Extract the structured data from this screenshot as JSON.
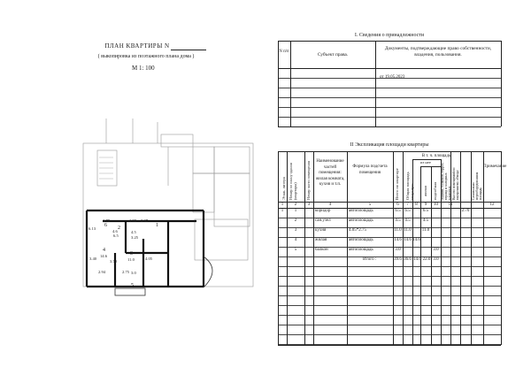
{
  "plan": {
    "title": "ПЛАН КВАРТИРЫ N",
    "subtitle": "( выкопировка  из  поэтажного  плана  дома )",
    "scale": "М  1: 100",
    "room_labels": [
      "1",
      "2",
      "3",
      "4",
      "5",
      "6"
    ],
    "dimension_labels": [
      "4.6",
      "6.5",
      "1.78",
      "1.90",
      "2.37",
      "3.25",
      "4.5",
      "11.0",
      "4.05",
      "3.70",
      "14.6",
      "2.75",
      "3.40",
      "6.13",
      "2.94",
      "3.0",
      "5"
    ]
  },
  "ownership": {
    "title": "I. Сведения  о  принадлежности",
    "headers": [
      "N п/п",
      "Субъект права.",
      "Документы, подтверждающие право собственности, владения, пользования."
    ],
    "date": "от 19.05.2023"
  },
  "explication": {
    "title": "II  Экспликация  площади  квартиры",
    "headers": {
      "floor": "Этаж, литера",
      "room_no": "Номер по плану здания (квартиры)",
      "part_no": "Номер части помещения",
      "name": "Наименование частей помещения: жилая комната, кухня и т.п.",
      "formula": "Формула подсчета помещения",
      "total": "Всего по квартире",
      "area_total": "Общая площадь квартиры",
      "group": "В т. ч. площадь",
      "of_it": "из нее",
      "living": "жилая",
      "aux": "подсобная",
      "loggia": "лоджий, балконов, террас, веранд и холодных кладовых",
      "height": "Высота помещений по внутреннему обмеру",
      "self": "Самовольно переоборудованная площадь",
      "note": "Примечание"
    },
    "col_numbers": [
      "1",
      "2",
      "3",
      "4",
      "5",
      "6",
      "7",
      "8",
      "9",
      "10",
      "11",
      "12"
    ],
    "rows": [
      {
        "floor": "1",
        "no": "1",
        "name": "коридор",
        "formula": "автоплощадь",
        "total": "6.5",
        "area": "6.5",
        "living": "",
        "aux": "6.5",
        "loggia": "",
        "height": "2.70"
      },
      {
        "floor": "",
        "no": "2",
        "name": "сан.узел",
        "formula": "автоплощадь",
        "total": "4.5",
        "area": "4.5",
        "living": "",
        "aux": "4.5",
        "loggia": "",
        "height": ""
      },
      {
        "floor": "",
        "no": "3",
        "name": "кухня",
        "formula": "4.05*2.75",
        "total": "11.0",
        "area": "11.0",
        "living": "",
        "aux": "11.0",
        "loggia": "",
        "height": ""
      },
      {
        "floor": "",
        "no": "4",
        "name": "жилая",
        "formula": "автоплощадь",
        "total": "14.6",
        "area": "14.6",
        "living": "14.6",
        "aux": "",
        "loggia": "",
        "height": ""
      },
      {
        "floor": "",
        "no": "5",
        "name": "балкон",
        "formula": "автоплощадь",
        "total": "3.0",
        "area": "",
        "living": "",
        "aux": "",
        "loggia": "3.0",
        "height": ""
      }
    ],
    "totals": {
      "label": "Итого :",
      "total": "39.6",
      "area": "36.6",
      "living": "14.6",
      "aux": "22.0",
      "loggia": "3.0"
    }
  }
}
